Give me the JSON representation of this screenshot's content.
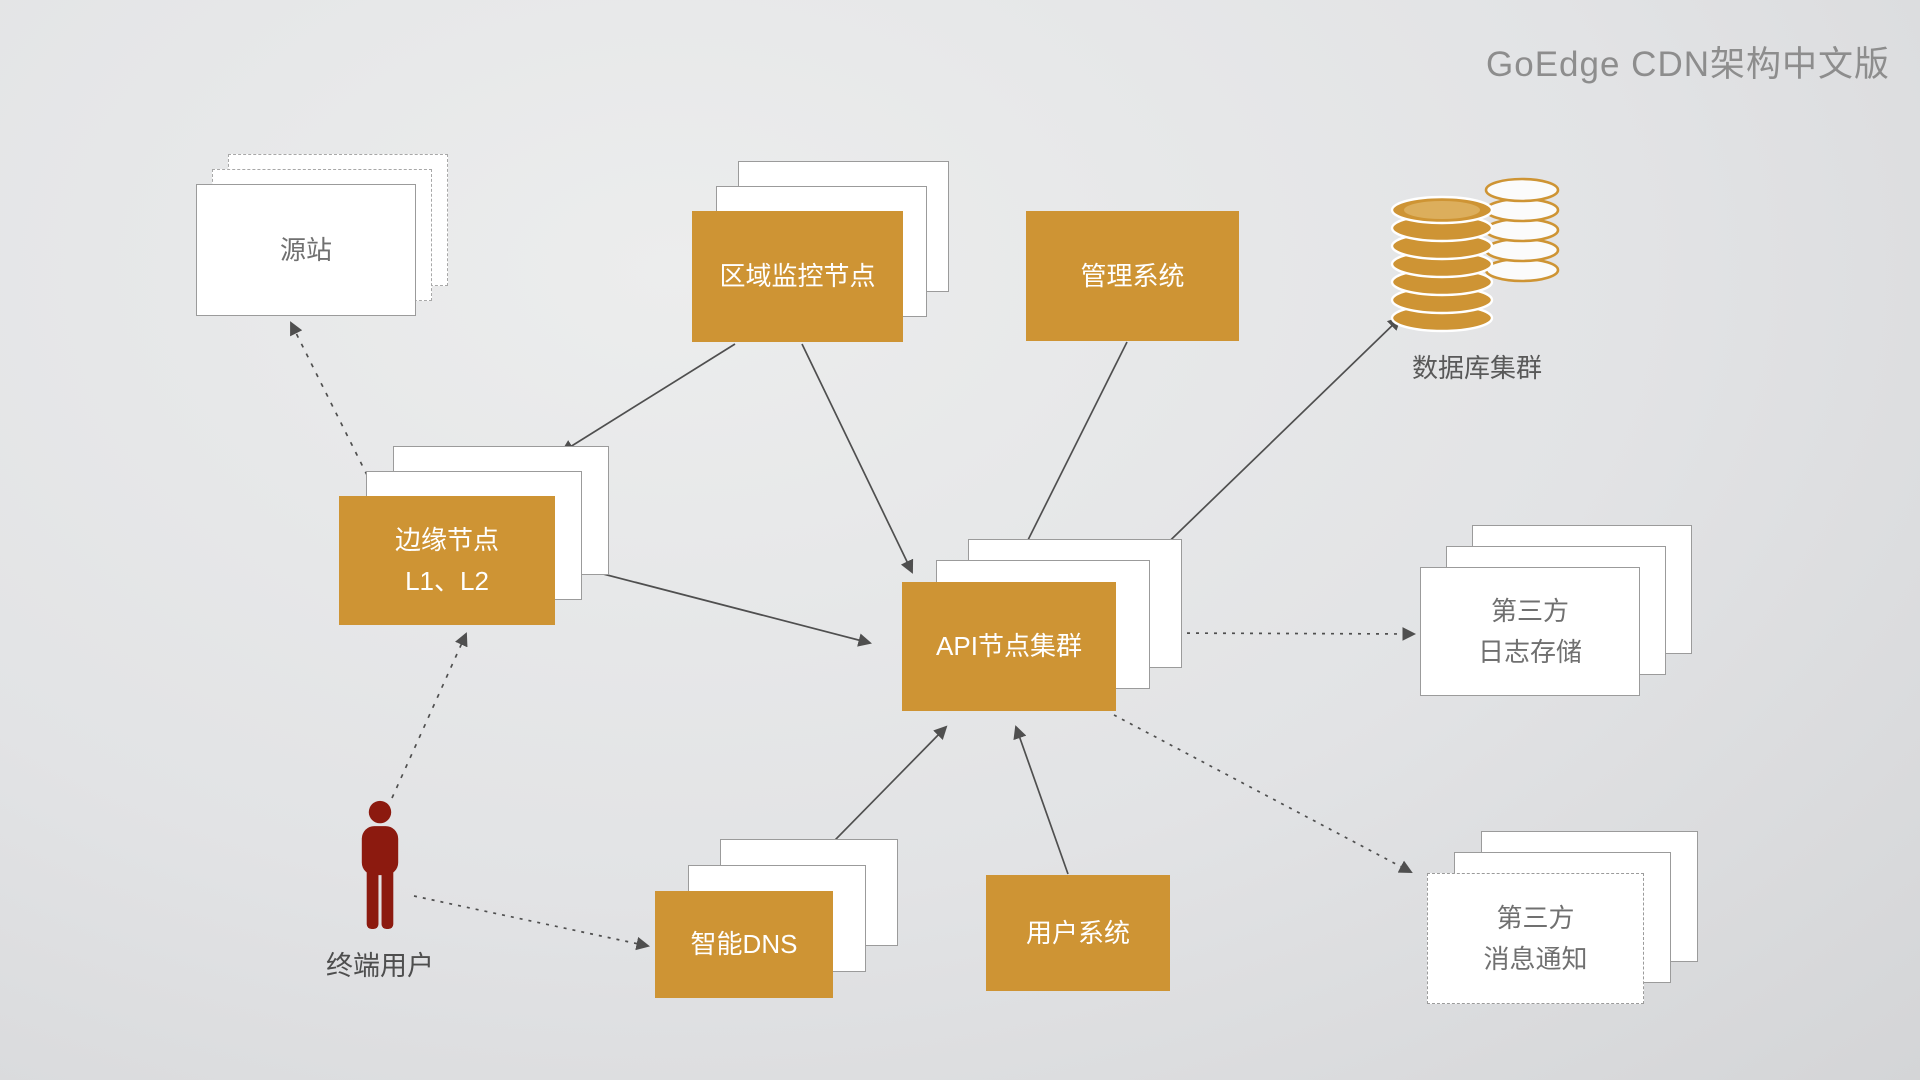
{
  "title": "GoEdge CDN架构中文版",
  "colors": {
    "accent": "#CE9434",
    "person": "#8C1A0F",
    "arrow": "#4F4F4F",
    "box_border": "#9B9B9B"
  },
  "nodes": {
    "origin": {
      "label": "源站"
    },
    "monitor": {
      "label": "区域监控节点"
    },
    "admin": {
      "label": "管理系统"
    },
    "database": {
      "label": "数据库集群"
    },
    "edge": {
      "label": "边缘节点",
      "sublabel": "L1、L2"
    },
    "api": {
      "label": "API节点集群"
    },
    "log_storage": {
      "label": "第三方",
      "sublabel": "日志存储"
    },
    "dns": {
      "label": "智能DNS"
    },
    "user_system": {
      "label": "用户系统"
    },
    "notification": {
      "label": "第三方",
      "sublabel": "消息通知"
    },
    "end_user": {
      "label": "终端用户"
    }
  }
}
